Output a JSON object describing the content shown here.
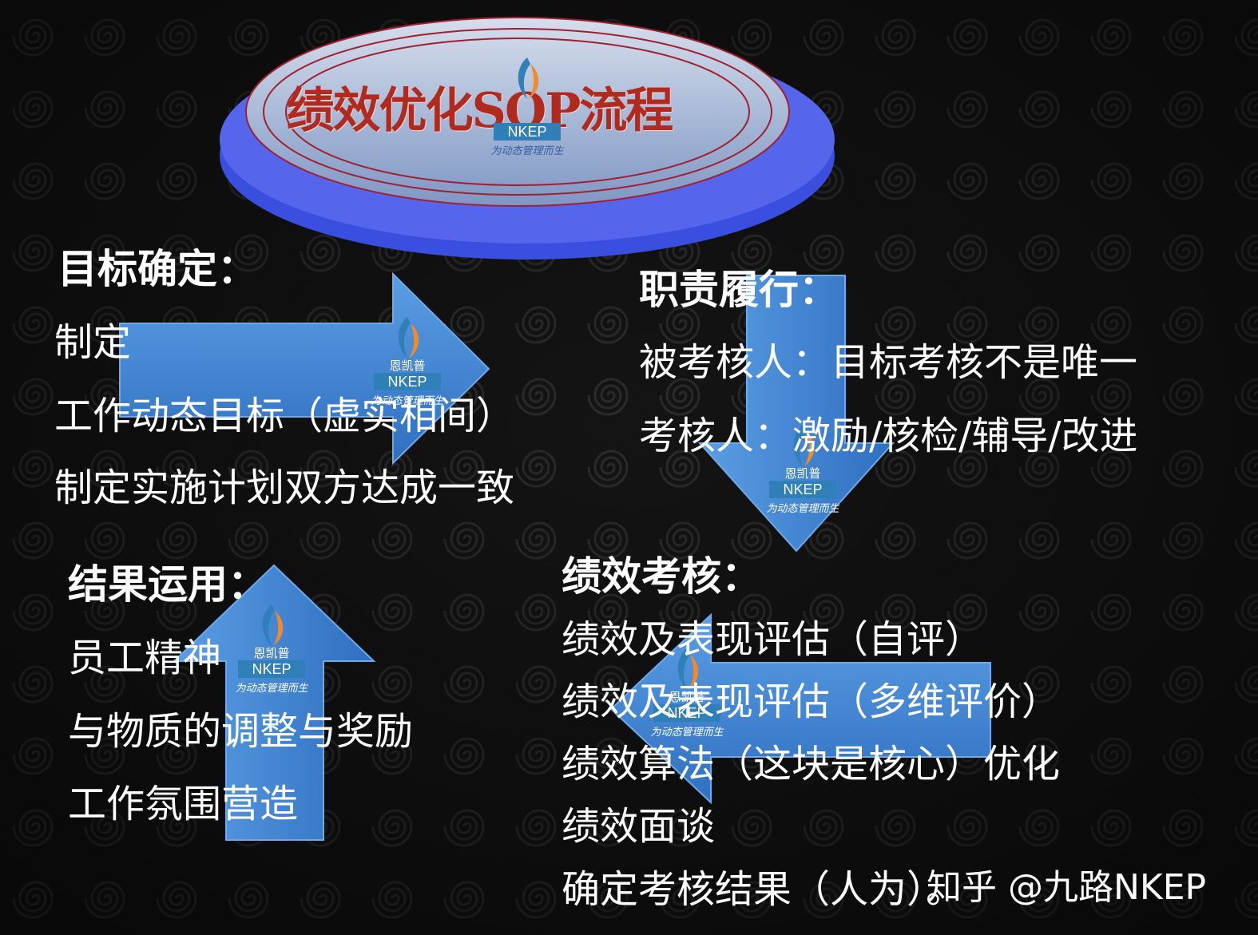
{
  "title": "绩效优化SOP流程",
  "logo": {
    "cn_name": "恩凯普",
    "brand": "NKEP",
    "slogan": "为动态管理而生"
  },
  "sections": {
    "goal": {
      "heading": "目标确定：",
      "lines": [
        "制定",
        "工作动态目标（虚实相间）",
        "制定实施计划双方达成一致"
      ]
    },
    "duty": {
      "heading": "职责履行：",
      "lines": [
        "被考核人：目标考核不是唯一",
        "考核人：激励/核检/辅导/改进"
      ]
    },
    "appraisal": {
      "heading": "绩效考核：",
      "lines": [
        "绩效及表现评估（自评）",
        "绩效及表现评估（多维评价）",
        "绩效算法（这块是核心）优化",
        "绩效面谈",
        "确定考核结果（人为）。"
      ]
    },
    "result": {
      "heading": "结果运用：",
      "lines": [
        "员工精神",
        "与物质的调整与奖励",
        "工作氛围营造"
      ]
    }
  },
  "watermark": "知乎 @九路NKEP",
  "colors": {
    "background": "#141414",
    "arrow": "#3f86d4",
    "title_disc": "#3a4fe0",
    "title_ellipse": "#b8c6de",
    "title_text": "#b02a1f",
    "logo_band": "#2f7fb8",
    "text": "#ffffff"
  },
  "icons": [
    "right-arrow",
    "down-arrow",
    "left-arrow",
    "up-arrow",
    "nkep-logo-mark"
  ]
}
